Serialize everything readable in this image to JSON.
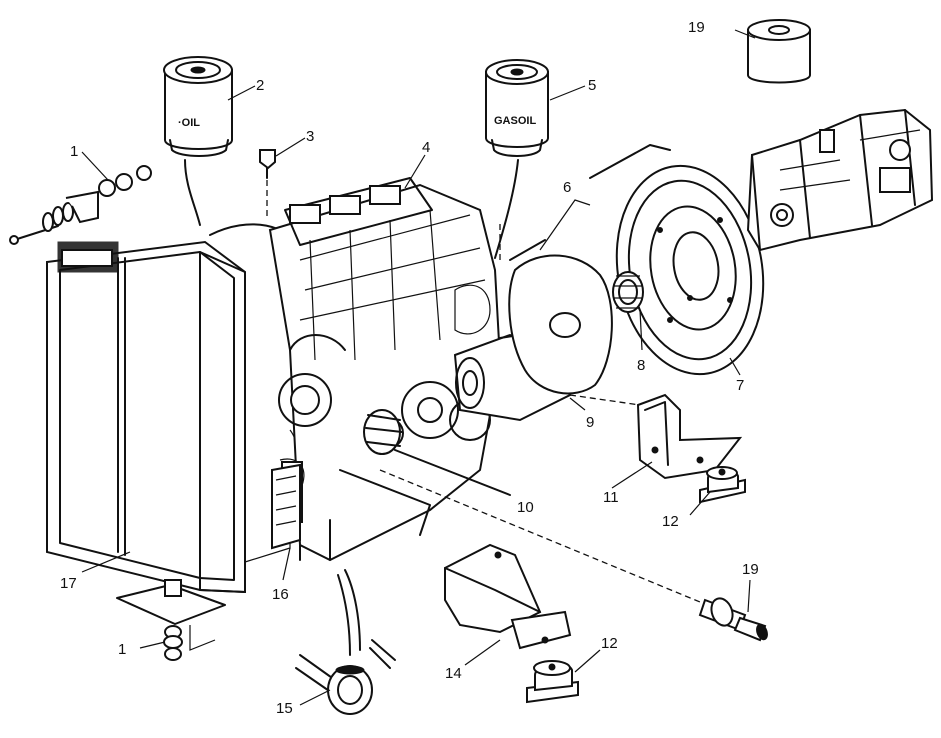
{
  "filter_labels": {
    "oil_filter": "·OIL",
    "gasoil_filter": "GASOIL"
  },
  "callouts": {
    "c1_top": "1",
    "c1_bottom": "1",
    "c2": "2",
    "c3": "3",
    "c4": "4",
    "c5": "5",
    "c6": "6",
    "c7": "7",
    "c8": "8",
    "c9": "9",
    "c10": "10",
    "c11": "11",
    "c12_right": "12",
    "c12_bottom": "12",
    "c14": "14",
    "c15": "15",
    "c16": "16",
    "c17": "17",
    "c19_top": "19",
    "c19_right": "19"
  }
}
